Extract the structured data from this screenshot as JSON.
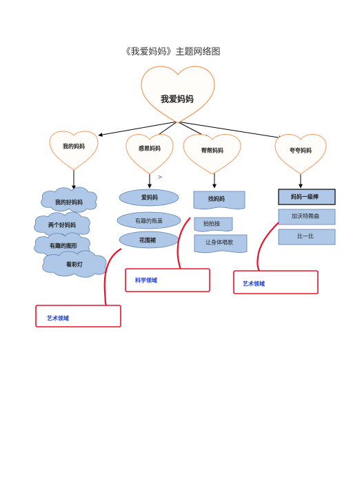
{
  "title": "《我爱妈妈》主题网络图",
  "root": {
    "label": "我爱妈妈"
  },
  "branches": [
    {
      "label": "我的妈妈",
      "items": [
        "我的好妈妈",
        "两个好妈妈",
        "有趣的图形",
        "看彩灯"
      ],
      "note": "艺术领域"
    },
    {
      "label": "感恩妈妈",
      "marker": ">",
      "items": [
        "爱妈妈",
        "有趣的瓶盖",
        "花围裙"
      ],
      "note": "科学领域"
    },
    {
      "label": "帮帮妈妈",
      "items": [
        "找妈妈",
        "拍拍操",
        "让身体唱歌"
      ]
    },
    {
      "label": "夸夸妈妈",
      "items": [
        "妈妈一级棒",
        "加沃特舞曲",
        "比一比"
      ],
      "note": "艺术领域"
    }
  ],
  "colors": {
    "heart_fill": "#fffdf9",
    "heart_stroke": "#f29a62",
    "cloud_fill": "#afc8e8",
    "cloud_stroke": "#5a7fae",
    "note_stroke": "#e8102a",
    "note_text": "#1e3fd0",
    "arrow": "#000000"
  }
}
